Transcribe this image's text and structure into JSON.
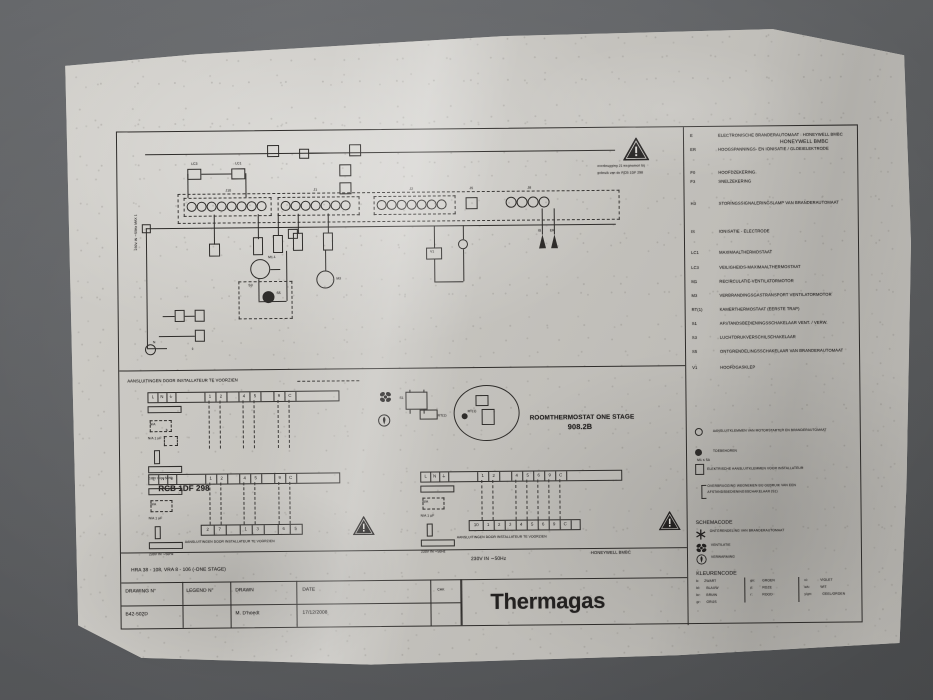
{
  "document": {
    "kind": "electrical-wiring-diagram-photo",
    "brand": "Thermagas",
    "controller_note": "HONEYWELL BMBC",
    "supply_label": "230V IN ∼50Hz",
    "model_line": "HRA 38 - 108, VRA 8 - 106 (-ONE STAGE)"
  },
  "colors": {
    "backdrop": "#5b5d5f",
    "paper": "#c3c1bc",
    "ink": "#232120"
  },
  "top_warning": {
    "icon": "warning-triangle-icon",
    "line1": "overbrugging J1 wegnemen bij",
    "line2": "gebruik van de RCB 1DF 298"
  },
  "installer_note": "AANSLUITINGEN DOOR INSTALLATEUR TE VOORZIEN",
  "middle_section": {
    "left_device_label": "RCB 1DF 298",
    "right_device_label_line1": "ROOMTHERMOSTAT ONE STAGE",
    "right_device_label_line2": "908.2B",
    "mains_label": "230V IN ∼50Hz",
    "terminal_letters": [
      "L",
      "N",
      "⏚"
    ],
    "top_strip_numbers_left": [
      "1",
      "2",
      "4",
      "5",
      "9",
      "C"
    ],
    "top_strip_numbers_right": [
      "1",
      "2",
      "4",
      "5",
      "6",
      "9",
      "C"
    ],
    "bottom_strip_left": [
      "2",
      "7",
      "1",
      "3",
      "6",
      "5"
    ],
    "bottom_strip_right": [
      "10",
      "1",
      "2",
      "3",
      "4",
      "5",
      "6",
      "9",
      "C"
    ]
  },
  "legend": {
    "items": [
      {
        "code": "E",
        "desc": "ELECTRONISCHE BRANDERAUTOMAAT :  HONEYWELL BMBC"
      },
      {
        "code": "",
        "desc": "HONEYWELL BMBC"
      },
      {
        "code": "ER",
        "desc": "HOOGSPANNINGS- EN IONISATIE / GLOEIELEKTRODE"
      },
      {
        "code": "F0",
        "desc": "HOOFDZEKERING"
      },
      {
        "code": "F3",
        "desc": "SNELZEKERING"
      },
      {
        "code": "H3",
        "desc": "STORINGSSIGNALERINGSLAMP VAN BRANDERAUTOMAAT"
      },
      {
        "code": "IS",
        "desc": "IONISATIE - ELECTRODE"
      },
      {
        "code": "LC1",
        "desc": "MAXIMAALTHERMOSTAAT"
      },
      {
        "code": "LC3",
        "desc": "VEILIGHEIDS-MAXIMAALTHERMOSTAAT"
      },
      {
        "code": "M1",
        "desc": "RECIRCULATIE-VENTILATORMOTOR"
      },
      {
        "code": "M3",
        "desc": "VERBRANDINGSGASTRANSPORT VENTILATORMOTOR"
      },
      {
        "code": "RT(1)",
        "desc": "KAMERTHERMOSTAAT (EERSTE TRAP)"
      },
      {
        "code": "S1",
        "desc": "AFSTANDSBEDIENINGSSCHAKELAAR VENT. / VERW."
      },
      {
        "code": "S3",
        "desc": "LUCHTDRUKVERSCHILSCHAKELAAR"
      },
      {
        "code": "S5",
        "desc": "ONTGRENDELINGSSCHAKELAAR VAN BRANDERAUTOMAAT"
      },
      {
        "code": "V1",
        "desc": "HOOFDGASKLEP"
      }
    ]
  },
  "symbols": {
    "items": [
      {
        "icon": "open-circle-icon",
        "desc": "AANSLUITKLEMMEN VAN MOTORSTARTER EN BRANDERAUTOMAAT"
      },
      {
        "icon": "filled-circle-icon",
        "desc": "TOEBEHOREN"
      },
      {
        "icon": "square-terminal-icon",
        "desc": "ELEKTRISCHE AANSLUITKLEMMEN VOOR INSTALLATEUR",
        "extra": "M1 ≤ 5A"
      },
      {
        "icon": "bracket-icon",
        "desc_line1": "OVERBRUGGING WEGNEMEN BIJ GEBRUIK VAN EEN",
        "desc_line2": "AFSTANDSBEDIENINGSSCHAKELAAR (S1)"
      }
    ]
  },
  "schemacode": {
    "title": "SCHEMACODE",
    "items": [
      {
        "icon": "asterisk-icon",
        "label": "ONTGRENDELING VAN BRANDERAUTOMAAT"
      },
      {
        "icon": "fan-icon",
        "label": "VENTILATIE"
      },
      {
        "icon": "flame-circle-icon",
        "label": "VERWARMING"
      }
    ]
  },
  "kleurencode": {
    "title": "KLEURENCODE",
    "col1": [
      {
        "abbr": "b:",
        "name": "ZWART"
      },
      {
        "abbr": "bl:",
        "name": "BLAUW"
      },
      {
        "abbr": "br:",
        "name": "BRUIN"
      },
      {
        "abbr": "gr:",
        "name": "GRIJS"
      }
    ],
    "col2": [
      {
        "abbr": "gn:",
        "name": "GROEN"
      },
      {
        "abbr": "p:",
        "name": "ROZE"
      },
      {
        "abbr": "r:",
        "name": "ROOD"
      }
    ],
    "col3": [
      {
        "abbr": "vi:",
        "name": "VIOLET"
      },
      {
        "abbr": "wh:",
        "name": "WIT"
      },
      {
        "abbr": "y/gn:",
        "name": "GEEL/GROEN"
      }
    ]
  },
  "titleblock": {
    "model": "HRA 38 - 108, VRA 8 - 106 (-ONE STAGE)",
    "supply": "230V IN ∼50Hz",
    "controller": "HONEYWELL BMBC",
    "headers": {
      "drawing_no": "DRAWING N°",
      "legend_no": "LEGEND N°",
      "drawn": "DRAWN",
      "date": "DATE",
      "chk": "CHK"
    },
    "values": {
      "drawing_no": "B42-502D",
      "legend_no": "",
      "drawn": "M. D'hoedt",
      "date": "17/12/2008",
      "chk": ""
    },
    "brand": "Thermagas"
  },
  "schematic_labels": {
    "connectors": [
      "J10",
      "J1",
      "J2",
      "J5",
      "J8",
      "J9"
    ],
    "components": [
      "LC3",
      "LC1",
      "M1.1",
      "M3",
      "V1",
      "IS",
      "ER",
      "E",
      "F0",
      "F3",
      "H3",
      "S3",
      "S5",
      "RT(1)",
      "S1"
    ],
    "mains_left": "230V IN ∼50Hz  MAX 1"
  }
}
